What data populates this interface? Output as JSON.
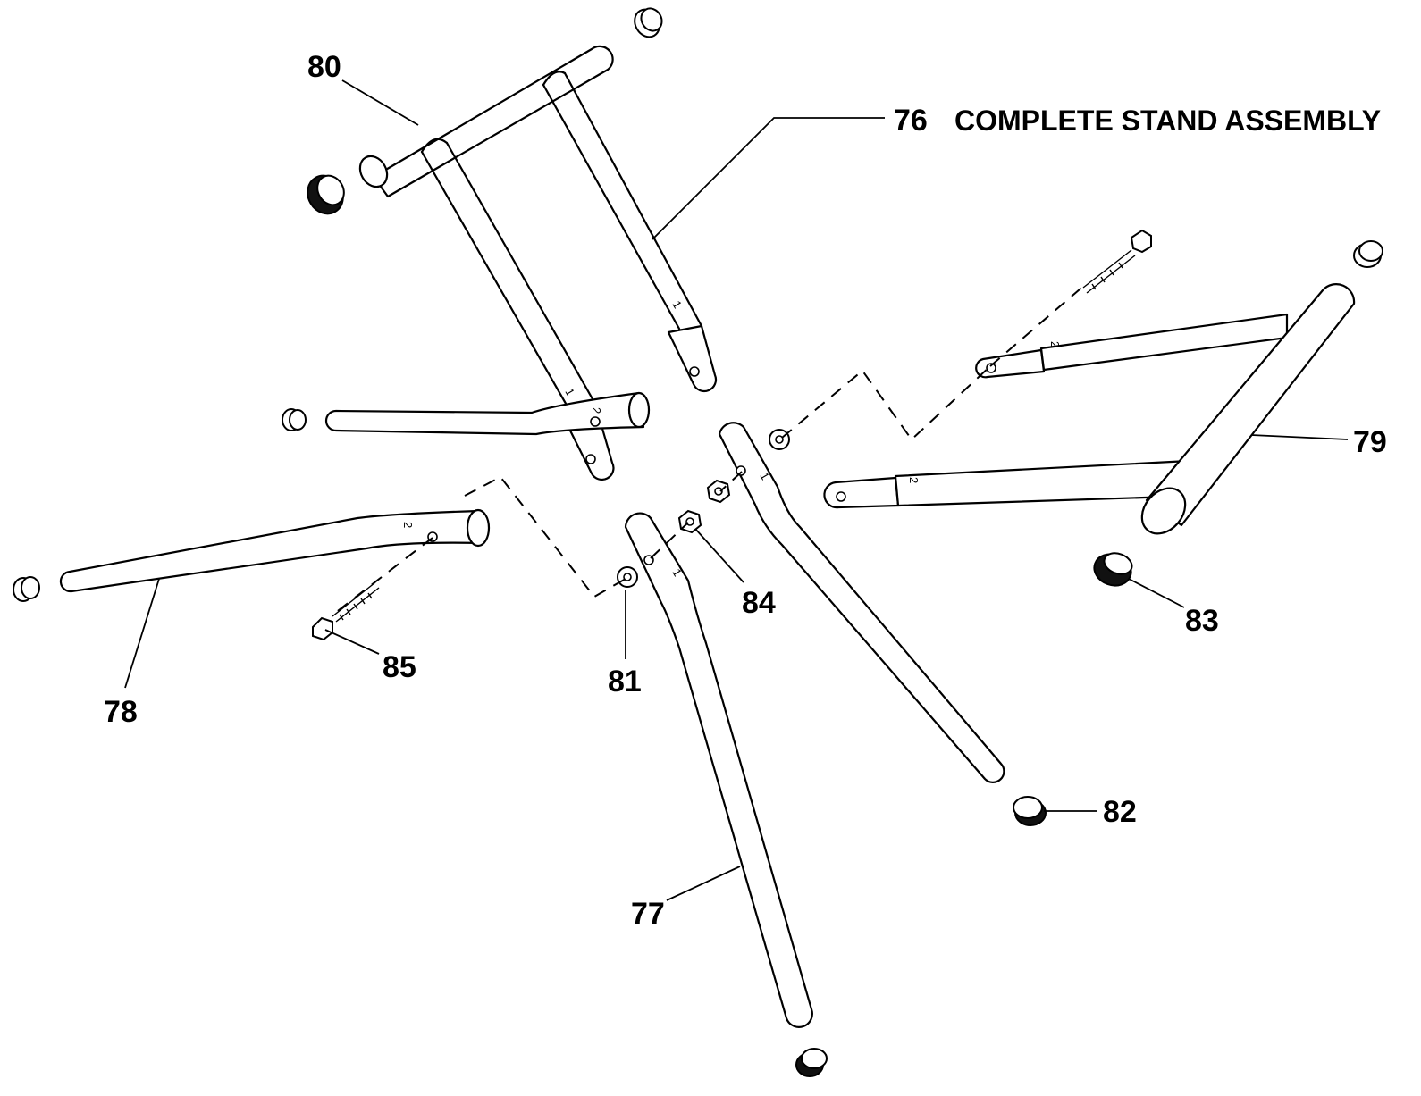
{
  "diagram": {
    "title": "COMPLETE STAND ASSEMBLY",
    "callouts": {
      "c76": "76",
      "c77": "77",
      "c78": "78",
      "c79": "79",
      "c80": "80",
      "c81": "81",
      "c82": "82",
      "c83": "83",
      "c84": "84",
      "c85": "85"
    },
    "tube_marks": {
      "one": "1",
      "two": "2"
    }
  }
}
